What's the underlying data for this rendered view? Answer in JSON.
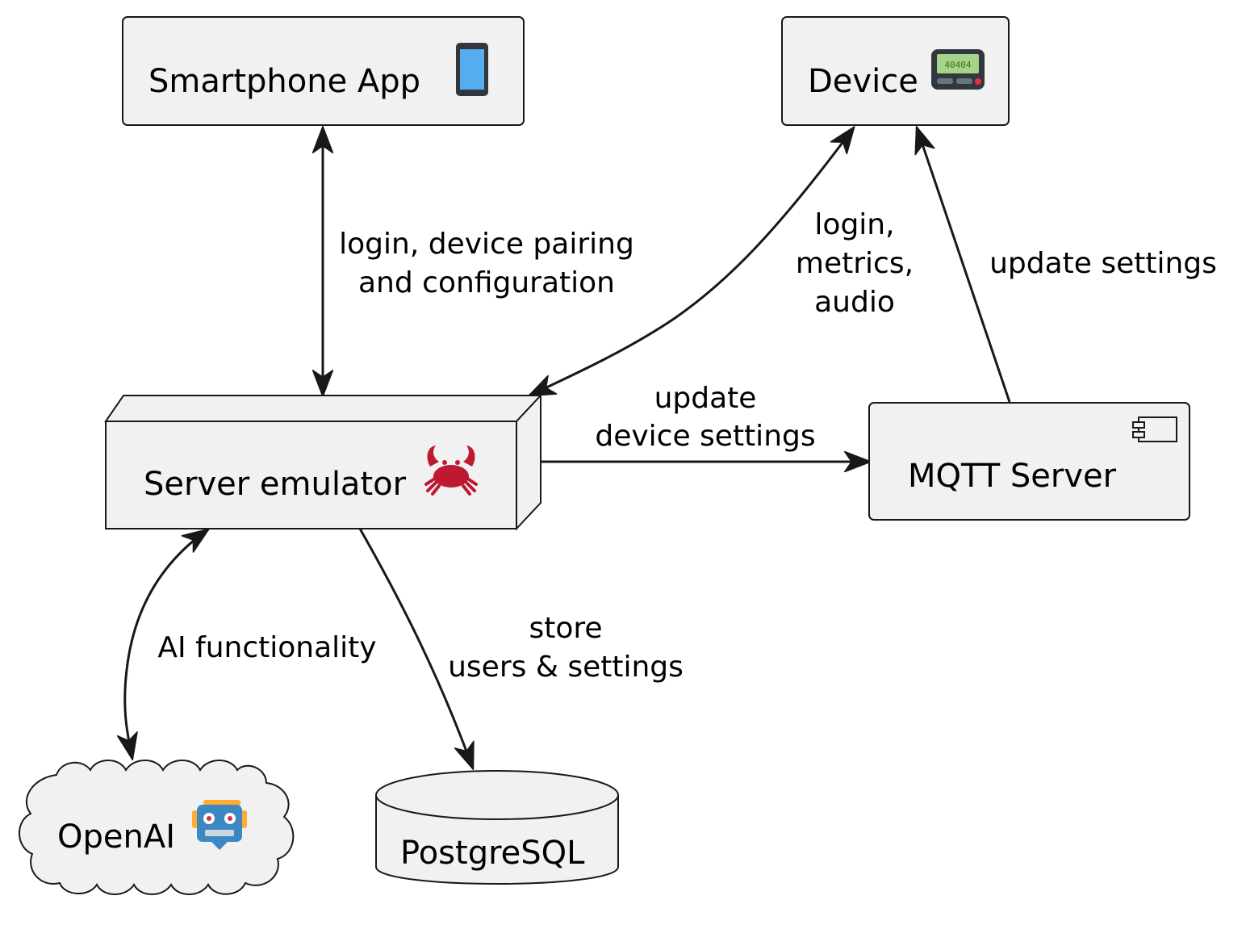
{
  "nodes": {
    "smartphone_app": {
      "label": "Smartphone App",
      "icon": "mobile-phone-icon"
    },
    "device": {
      "label": "Device",
      "icon": "pager-icon",
      "icon_text": "40404"
    },
    "server_emulator": {
      "label": "Server emulator",
      "icon": "crab-icon"
    },
    "mqtt_server": {
      "label": "MQTT Server",
      "icon": "component-icon"
    },
    "openai": {
      "label": "OpenAI",
      "icon": "robot-icon"
    },
    "postgresql": {
      "label": "PostgreSQL"
    }
  },
  "edges": {
    "app_server": {
      "lines": [
        "login, device pairing",
        "and configuration"
      ]
    },
    "device_server": {
      "lines": [
        "login,",
        "metrics,",
        "audio"
      ]
    },
    "mqtt_device": {
      "lines": [
        "update settings"
      ]
    },
    "server_mqtt": {
      "lines": [
        "update",
        "device settings"
      ]
    },
    "server_openai": {
      "lines": [
        "AI functionality"
      ]
    },
    "server_postgres": {
      "lines": [
        "store",
        "users & settings"
      ]
    }
  },
  "colors": {
    "node_fill": "#f1f1f1",
    "stroke": "#181818",
    "phone_screen": "#55acee",
    "phone_body": "#31373d",
    "crab": "#be1931",
    "robot_body": "#3b88c3",
    "robot_accent": "#ffac33",
    "pager_screen": "#a6d388"
  }
}
